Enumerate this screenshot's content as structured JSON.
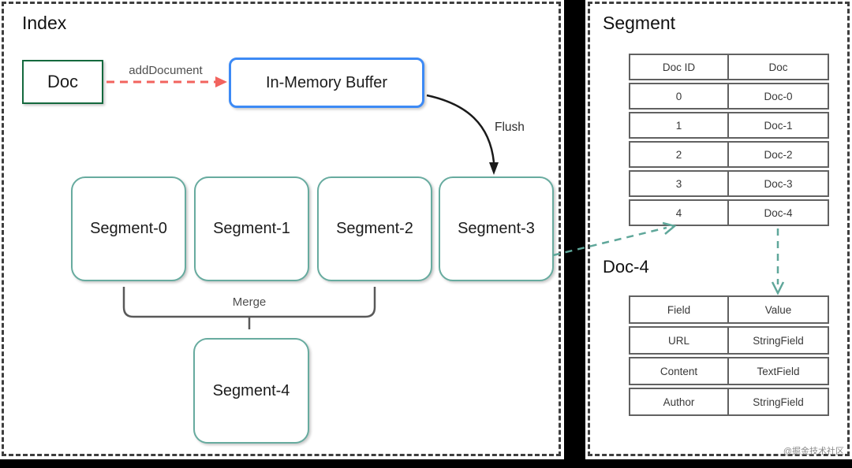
{
  "index_panel": {
    "title": "Index",
    "doc_box_label": "Doc",
    "add_document_label": "addDocument",
    "buffer_box_label": "In-Memory Buffer",
    "flush_label": "Flush",
    "merge_label": "Merge",
    "segments": [
      "Segment-0",
      "Segment-1",
      "Segment-2",
      "Segment-3"
    ],
    "merged_segment_label": "Segment-4"
  },
  "segment_panel": {
    "title": "Segment",
    "doc_table": {
      "headers": [
        "Doc ID",
        "Doc"
      ],
      "rows": [
        [
          "0",
          "Doc-0"
        ],
        [
          "1",
          "Doc-1"
        ],
        [
          "2",
          "Doc-2"
        ],
        [
          "3",
          "Doc-3"
        ],
        [
          "4",
          "Doc-4"
        ]
      ]
    },
    "doc_detail_title": "Doc-4",
    "field_table": {
      "headers": [
        "Field",
        "Value"
      ],
      "rows": [
        [
          "URL",
          "StringField"
        ],
        [
          "Content",
          "TextField"
        ],
        [
          "Author",
          "StringField"
        ]
      ]
    }
  },
  "watermark": "@掘金技术社区",
  "colors": {
    "doc_border": "#14693e",
    "buffer_border": "#3d8af5",
    "segment_border": "#67ab9f",
    "red_arrow": "#f2635e",
    "teal_arrow": "#5fa79a",
    "black_arrow": "#1a1a1a",
    "bracket": "#595959",
    "table_border": "#616161",
    "panel_border": "#3e3e3e"
  }
}
